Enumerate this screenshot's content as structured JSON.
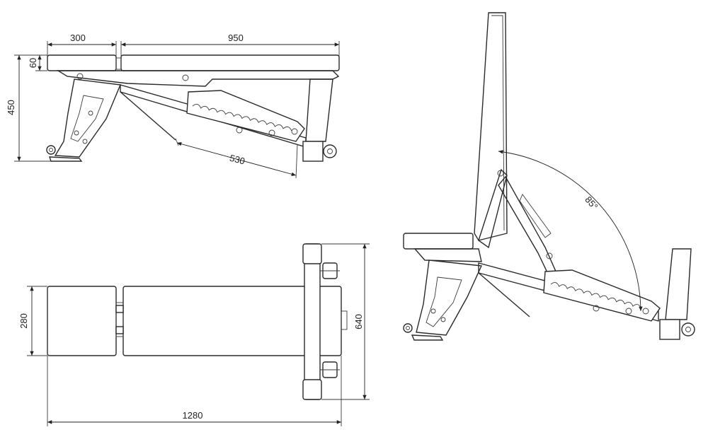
{
  "dimensions": {
    "pad_length": "300",
    "back_length": "950",
    "pad_thickness": "60",
    "height": "450",
    "rail_length": "530",
    "width_seat": "280",
    "total_width": "640",
    "total_length": "1280",
    "incline_angle": "85°"
  }
}
